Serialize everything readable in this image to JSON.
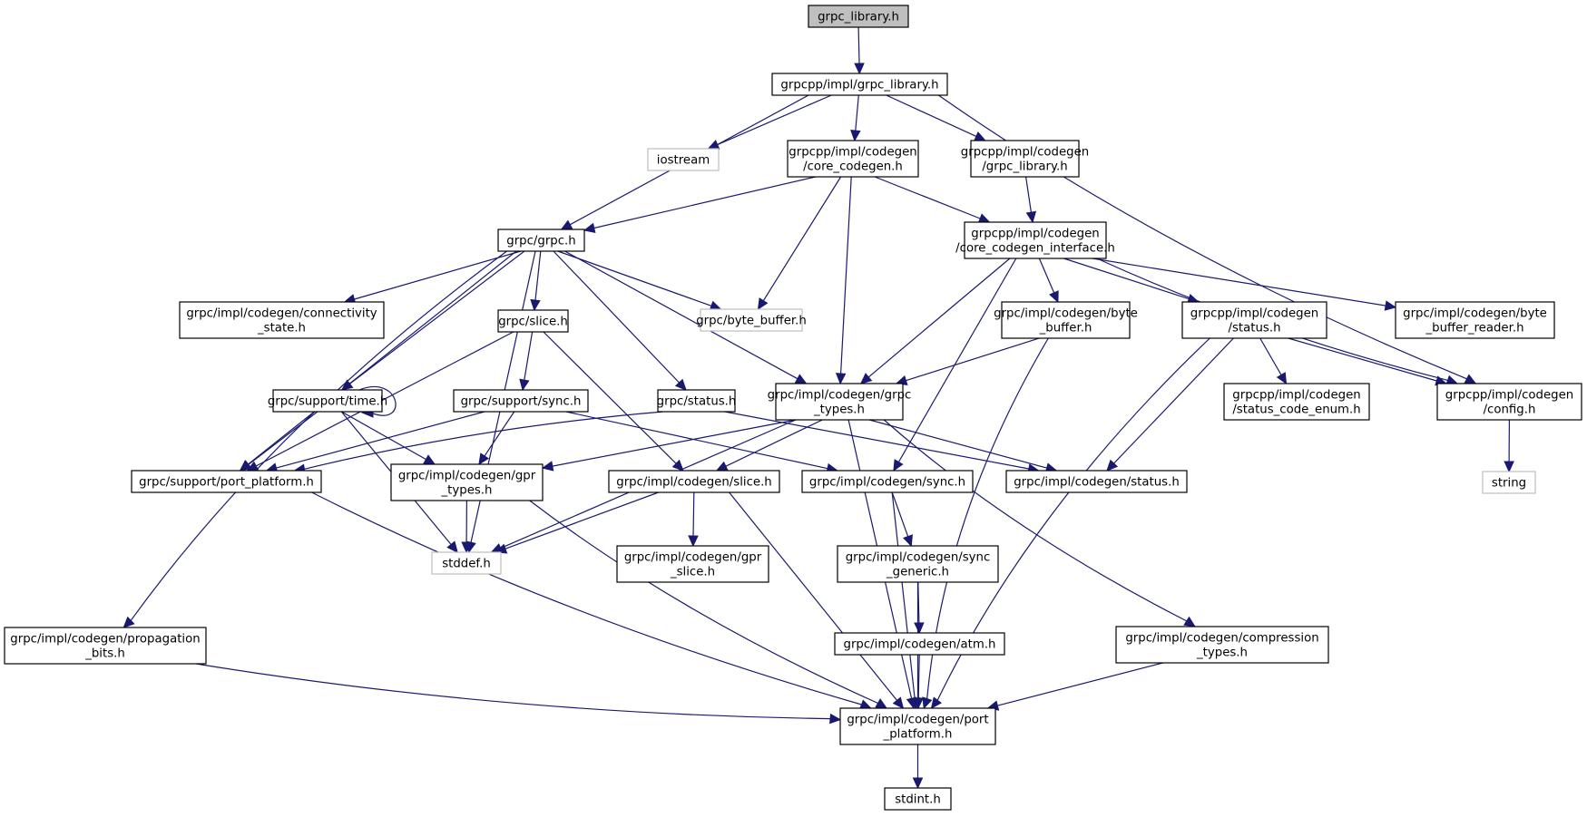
{
  "diagram": {
    "title": "Include dependency graph for grpc_library.h",
    "edge_color": "#191970",
    "root_fill": "#bfbfbf",
    "external_border": "#bfbfbf",
    "nodes": [
      {
        "id": "root",
        "lines": [
          "grpc_library.h"
        ],
        "kind": "root"
      },
      {
        "id": "grpcpp_grpc_library",
        "lines": [
          "grpcpp/impl/grpc_library.h"
        ],
        "kind": "normal"
      },
      {
        "id": "iostream",
        "lines": [
          "iostream"
        ],
        "kind": "external"
      },
      {
        "id": "core_codegen",
        "lines": [
          "grpcpp/impl/codegen",
          "/core_codegen.h"
        ],
        "kind": "normal"
      },
      {
        "id": "codegen_grpc_library",
        "lines": [
          "grpcpp/impl/codegen",
          "/grpc_library.h"
        ],
        "kind": "normal"
      },
      {
        "id": "grpc_h",
        "lines": [
          "grpc/grpc.h"
        ],
        "kind": "normal"
      },
      {
        "id": "core_codegen_interface",
        "lines": [
          "grpcpp/impl/codegen",
          "/core_codegen_interface.h"
        ],
        "kind": "normal"
      },
      {
        "id": "connectivity_state",
        "lines": [
          "grpc/impl/codegen/connectivity",
          "_state.h"
        ],
        "kind": "normal"
      },
      {
        "id": "slice_h",
        "lines": [
          "grpc/slice.h"
        ],
        "kind": "normal"
      },
      {
        "id": "byte_buffer_h",
        "lines": [
          "grpc/byte_buffer.h"
        ],
        "kind": "external"
      },
      {
        "id": "codegen_byte_buffer",
        "lines": [
          "grpc/impl/codegen/byte",
          "_buffer.h"
        ],
        "kind": "normal"
      },
      {
        "id": "cpp_status",
        "lines": [
          "grpcpp/impl/codegen",
          "/status.h"
        ],
        "kind": "normal"
      },
      {
        "id": "byte_buffer_reader",
        "lines": [
          "grpc/impl/codegen/byte",
          "_buffer_reader.h"
        ],
        "kind": "normal"
      },
      {
        "id": "support_time",
        "lines": [
          "grpc/support/time.h"
        ],
        "kind": "normal"
      },
      {
        "id": "support_sync",
        "lines": [
          "grpc/support/sync.h"
        ],
        "kind": "normal"
      },
      {
        "id": "status_h",
        "lines": [
          "grpc/status.h"
        ],
        "kind": "normal"
      },
      {
        "id": "grpc_types",
        "lines": [
          "grpc/impl/codegen/grpc",
          "_types.h"
        ],
        "kind": "normal"
      },
      {
        "id": "status_code_enum",
        "lines": [
          "grpcpp/impl/codegen",
          "/status_code_enum.h"
        ],
        "kind": "normal"
      },
      {
        "id": "config_h",
        "lines": [
          "grpcpp/impl/codegen",
          "/config.h"
        ],
        "kind": "normal"
      },
      {
        "id": "support_port_platform",
        "lines": [
          "grpc/support/port_platform.h"
        ],
        "kind": "normal"
      },
      {
        "id": "gpr_types",
        "lines": [
          "grpc/impl/codegen/gpr",
          "_types.h"
        ],
        "kind": "normal"
      },
      {
        "id": "codegen_slice",
        "lines": [
          "grpc/impl/codegen/slice.h"
        ],
        "kind": "normal"
      },
      {
        "id": "codegen_sync",
        "lines": [
          "grpc/impl/codegen/sync.h"
        ],
        "kind": "normal"
      },
      {
        "id": "codegen_status",
        "lines": [
          "grpc/impl/codegen/status.h"
        ],
        "kind": "normal"
      },
      {
        "id": "string",
        "lines": [
          "string"
        ],
        "kind": "external"
      },
      {
        "id": "stddef",
        "lines": [
          "stddef.h"
        ],
        "kind": "external"
      },
      {
        "id": "gpr_slice",
        "lines": [
          "grpc/impl/codegen/gpr",
          "_slice.h"
        ],
        "kind": "normal"
      },
      {
        "id": "sync_generic",
        "lines": [
          "grpc/impl/codegen/sync",
          "_generic.h"
        ],
        "kind": "normal"
      },
      {
        "id": "propagation_bits",
        "lines": [
          "grpc/impl/codegen/propagation",
          "_bits.h"
        ],
        "kind": "normal"
      },
      {
        "id": "atm_h",
        "lines": [
          "grpc/impl/codegen/atm.h"
        ],
        "kind": "normal"
      },
      {
        "id": "compression_types",
        "lines": [
          "grpc/impl/codegen/compression",
          "_types.h"
        ],
        "kind": "normal"
      },
      {
        "id": "codegen_port_platform",
        "lines": [
          "grpc/impl/codegen/port",
          "_platform.h"
        ],
        "kind": "normal"
      },
      {
        "id": "stdint",
        "lines": [
          "stdint.h"
        ],
        "kind": "normal"
      }
    ],
    "edges": [
      [
        "root",
        "grpcpp_grpc_library"
      ],
      [
        "grpcpp_grpc_library",
        "iostream"
      ],
      [
        "grpcpp_grpc_library",
        "grpc_h"
      ],
      [
        "grpcpp_grpc_library",
        "core_codegen"
      ],
      [
        "grpcpp_grpc_library",
        "codegen_grpc_library"
      ],
      [
        "grpcpp_grpc_library",
        "config_h"
      ],
      [
        "core_codegen",
        "grpc_h"
      ],
      [
        "core_codegen",
        "byte_buffer_h"
      ],
      [
        "core_codegen",
        "grpc_types"
      ],
      [
        "core_codegen",
        "core_codegen_interface"
      ],
      [
        "codegen_grpc_library",
        "core_codegen_interface"
      ],
      [
        "grpc_h",
        "connectivity_state"
      ],
      [
        "grpc_h",
        "slice_h"
      ],
      [
        "grpc_h",
        "byte_buffer_h"
      ],
      [
        "grpc_h",
        "support_time"
      ],
      [
        "grpc_h",
        "status_h"
      ],
      [
        "grpc_h",
        "grpc_types"
      ],
      [
        "grpc_h",
        "support_port_platform"
      ],
      [
        "grpc_h",
        "stddef"
      ],
      [
        "grpc_h",
        "propagation_bits"
      ],
      [
        "core_codegen_interface",
        "grpc_types"
      ],
      [
        "core_codegen_interface",
        "codegen_sync"
      ],
      [
        "core_codegen_interface",
        "codegen_byte_buffer"
      ],
      [
        "core_codegen_interface",
        "cpp_status"
      ],
      [
        "core_codegen_interface",
        "byte_buffer_reader"
      ],
      [
        "core_codegen_interface",
        "config_h"
      ],
      [
        "slice_h",
        "support_port_platform"
      ],
      [
        "slice_h",
        "support_sync"
      ],
      [
        "slice_h",
        "codegen_slice"
      ],
      [
        "support_time",
        "support_time"
      ],
      [
        "support_time",
        "support_port_platform"
      ],
      [
        "support_time",
        "gpr_types"
      ],
      [
        "support_time",
        "stddef"
      ],
      [
        "support_sync",
        "support_port_platform"
      ],
      [
        "support_sync",
        "gpr_types"
      ],
      [
        "support_sync",
        "codegen_sync"
      ],
      [
        "status_h",
        "support_port_platform"
      ],
      [
        "status_h",
        "codegen_status"
      ],
      [
        "grpc_types",
        "gpr_types"
      ],
      [
        "grpc_types",
        "stddef"
      ],
      [
        "grpc_types",
        "codegen_slice"
      ],
      [
        "grpc_types",
        "codegen_status"
      ],
      [
        "grpc_types",
        "compression_types"
      ],
      [
        "grpc_types",
        "codegen_port_platform"
      ],
      [
        "codegen_byte_buffer",
        "grpc_types"
      ],
      [
        "codegen_byte_buffer",
        "codegen_port_platform"
      ],
      [
        "cpp_status",
        "status_code_enum"
      ],
      [
        "cpp_status",
        "config_h"
      ],
      [
        "cpp_status",
        "codegen_status"
      ],
      [
        "cpp_status",
        "codegen_port_platform"
      ],
      [
        "config_h",
        "string"
      ],
      [
        "support_port_platform",
        "codegen_port_platform"
      ],
      [
        "gpr_types",
        "stddef"
      ],
      [
        "gpr_types",
        "codegen_port_platform"
      ],
      [
        "codegen_slice",
        "stddef"
      ],
      [
        "codegen_slice",
        "gpr_slice"
      ],
      [
        "codegen_slice",
        "codegen_port_platform"
      ],
      [
        "codegen_sync",
        "sync_generic"
      ],
      [
        "codegen_sync",
        "codegen_port_platform"
      ],
      [
        "sync_generic",
        "atm_h"
      ],
      [
        "sync_generic",
        "codegen_port_platform"
      ],
      [
        "atm_h",
        "codegen_port_platform"
      ],
      [
        "compression_types",
        "codegen_port_platform"
      ],
      [
        "propagation_bits",
        "codegen_port_platform"
      ],
      [
        "codegen_port_platform",
        "stdint"
      ]
    ]
  }
}
